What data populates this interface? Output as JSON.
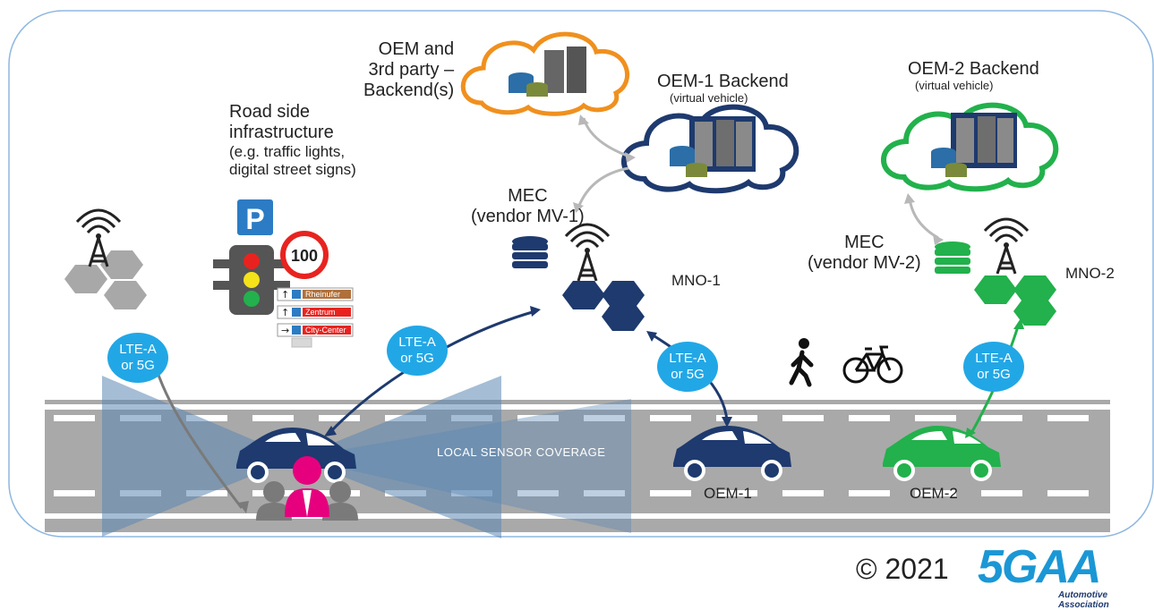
{
  "labels": {
    "oem_3rd_party": "OEM and\n3rd party –\nBackend(s)",
    "oem1_backend": "OEM-1 Backend",
    "oem1_virtual": "(virtual vehicle)",
    "oem2_backend": "OEM-2 Backend",
    "oem2_virtual": "(virtual vehicle)",
    "road_side": "Road side\ninfrastructure",
    "road_side_eg": "(e.g. traffic lights,\ndigital street signs)",
    "mec1": "MEC\n(vendor MV-1)",
    "mec2": "MEC\n(vendor MV-2)",
    "mno1": "MNO-1",
    "mno2": "MNO-2",
    "oem1_car": "OEM-1",
    "oem2_car": "OEM-2",
    "coverage": "LOCAL SENSOR COVERAGE"
  },
  "bubbles": [
    {
      "line1": "LTE-A",
      "line2": "or 5G"
    },
    {
      "line1": "LTE-A",
      "line2": "or 5G"
    },
    {
      "line1": "LTE-A",
      "line2": "or 5G"
    },
    {
      "line1": "LTE-A",
      "line2": "or 5G"
    }
  ],
  "signs": {
    "parking": "P",
    "speed_limit": "100",
    "direction_1": "Rheinufer",
    "direction_2": "Zentrum",
    "direction_3": "City-Center"
  },
  "footer": {
    "copyright": "© 2021",
    "logo": "5GAA",
    "logo_sub": "Automotive Association"
  },
  "colors": {
    "dark_blue": "#1e3a6e",
    "green": "#22b14c",
    "orange": "#f0901e",
    "cyan": "#22a7e6",
    "magenta": "#e6007e",
    "road": "#a8a8a8",
    "coverage": "#5b86b3"
  }
}
